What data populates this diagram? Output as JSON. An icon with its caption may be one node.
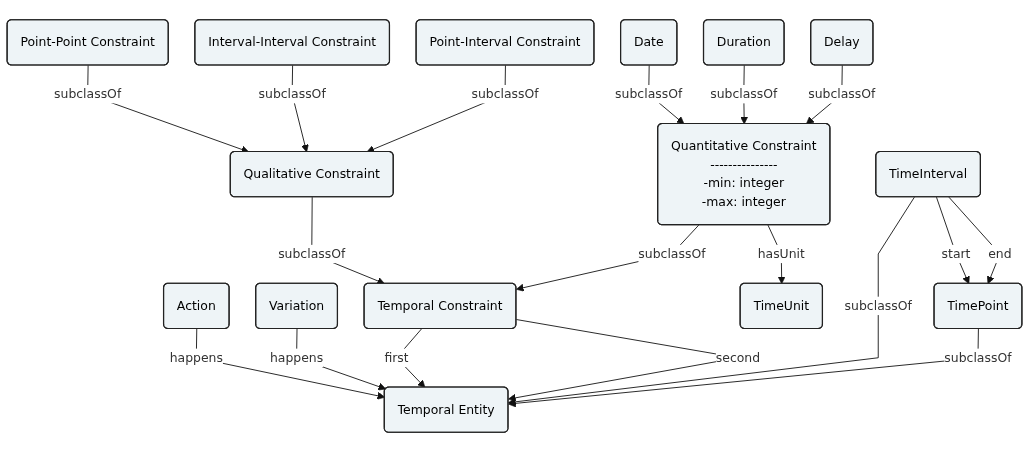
{
  "diagram": {
    "nodes": [
      {
        "text": [
          "Action"
        ]
      },
      {
        "text": [
          "Variation"
        ]
      },
      {
        "text": [
          "Temporal Constraint"
        ]
      },
      {
        "text": [
          "Qualitative Constraint"
        ]
      },
      {
        "text": [
          "Date"
        ]
      },
      {
        "text": [
          "Point-Point Constraint"
        ]
      },
      {
        "text": [
          "Interval-Interval Constraint"
        ]
      },
      {
        "text": [
          "Point-Interval Constraint"
        ]
      },
      {
        "text": [
          "Temporal Entity"
        ]
      },
      {
        "text": [
          "Quantitative Constraint",
          "---------------",
          "-min: integer",
          "-max: integer"
        ]
      },
      {
        "text": [
          "Duration"
        ]
      },
      {
        "text": [
          "Delay"
        ]
      },
      {
        "text": [
          "TimeInterval"
        ]
      },
      {
        "text": [
          "TimePoint"
        ]
      },
      {
        "text": [
          "TimeUnit"
        ]
      }
    ],
    "edges": [
      {
        "from": 0,
        "to": 8,
        "label": "happens",
        "arrow": "to"
      },
      {
        "from": 1,
        "to": 8,
        "label": "happens",
        "arrow": "to"
      },
      {
        "from": 2,
        "to": 8,
        "label": "first",
        "arrow": "to"
      },
      {
        "from": 2,
        "to": 8,
        "label": "second",
        "arrow": "to"
      },
      {
        "from": 3,
        "to": 2,
        "label": "subclassOf",
        "arrow": "to"
      },
      {
        "from": 9,
        "to": 2,
        "label": "subclassOf",
        "arrow": "to"
      },
      {
        "from": 5,
        "to": 3,
        "label": "subclassOf",
        "arrow": "to"
      },
      {
        "from": 6,
        "to": 3,
        "label": "subclassOf",
        "arrow": "to"
      },
      {
        "from": 7,
        "to": 3,
        "label": "subclassOf",
        "arrow": "to"
      },
      {
        "from": 4,
        "to": 9,
        "label": "subclassOf",
        "arrow": "to"
      },
      {
        "from": 10,
        "to": 9,
        "label": "subclassOf",
        "arrow": "to"
      },
      {
        "from": 11,
        "to": 9,
        "label": "subclassOf",
        "arrow": "to"
      },
      {
        "from": 12,
        "to": 8,
        "label": "subclassOf",
        "arrow": "to"
      },
      {
        "from": 13,
        "to": 8,
        "label": "subclassOf",
        "arrow": "to"
      },
      {
        "from": 12,
        "to": 13,
        "label": "start",
        "arrow": "to"
      },
      {
        "from": 12,
        "to": 13,
        "label": "end",
        "arrow": "to"
      },
      {
        "from": 9,
        "to": 14,
        "label": "hasUnit",
        "arrow": "to"
      }
    ]
  }
}
